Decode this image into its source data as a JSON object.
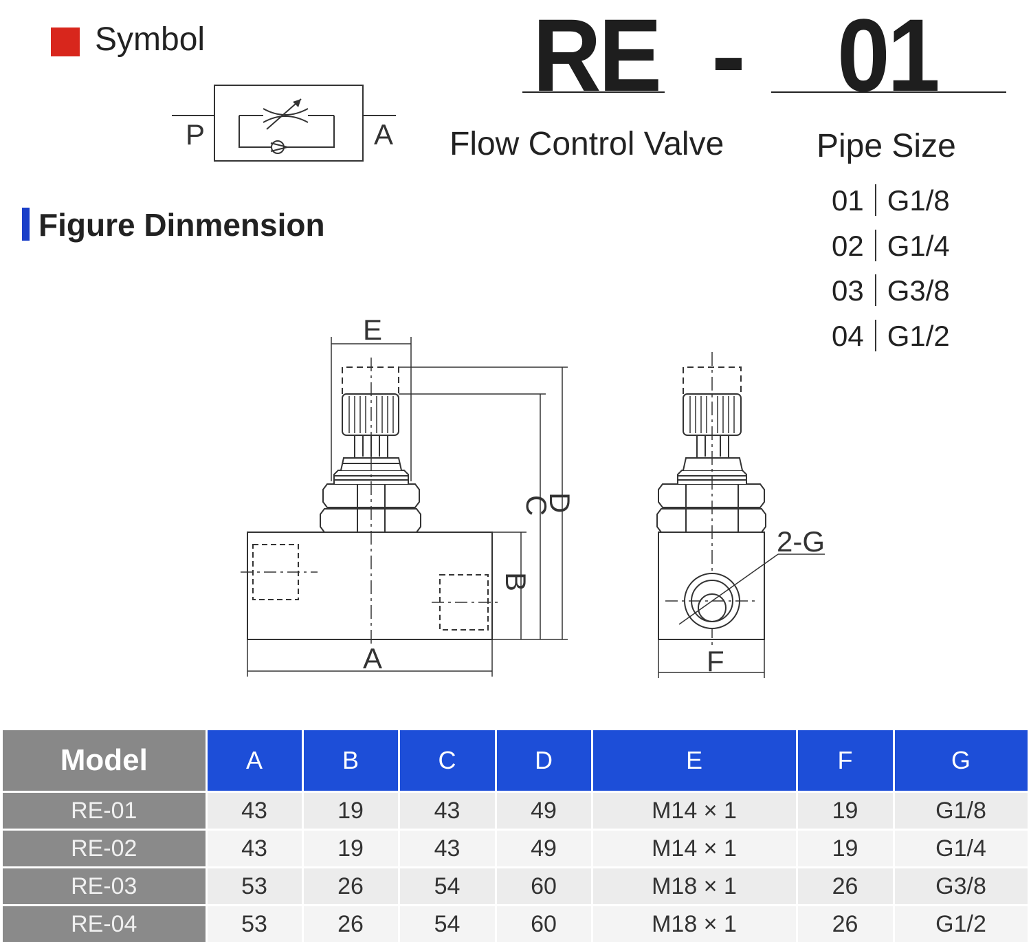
{
  "symbol": {
    "label": "Symbol",
    "port_in": "P",
    "port_out": "A"
  },
  "model_code": {
    "series": "RE",
    "separator": "-",
    "size": "01"
  },
  "titles": {
    "product": "Flow Control Valve",
    "pipe_size": "Pipe Size"
  },
  "pipe_sizes": [
    {
      "code": "01",
      "thread": "G1/8"
    },
    {
      "code": "02",
      "thread": "G1/4"
    },
    {
      "code": "03",
      "thread": "G3/8"
    },
    {
      "code": "04",
      "thread": "G1/2"
    }
  ],
  "figure": {
    "heading": "Figure Dinmension",
    "labels": {
      "A": "A",
      "B": "B",
      "C": "C",
      "D": "D",
      "E": "E",
      "F": "F",
      "G": "2-G"
    }
  },
  "table": {
    "headers": [
      "Model",
      "A",
      "B",
      "C",
      "D",
      "E",
      "F",
      "G"
    ],
    "rows": [
      [
        "RE-01",
        "43",
        "19",
        "43",
        "49",
        "M14 × 1",
        "19",
        "G1/8"
      ],
      [
        "RE-02",
        "43",
        "19",
        "43",
        "49",
        "M14 × 1",
        "19",
        "G1/4"
      ],
      [
        "RE-03",
        "53",
        "26",
        "54",
        "60",
        "M18 × 1",
        "26",
        "G3/8"
      ],
      [
        "RE-04",
        "53",
        "26",
        "54",
        "60",
        "M18 × 1",
        "26",
        "G1/2"
      ]
    ]
  },
  "colors": {
    "symbol_marker": "#d8261c",
    "figure_marker": "#1a3fc8",
    "header_blue": "#1d4ed8",
    "model_gray": "#888888"
  }
}
